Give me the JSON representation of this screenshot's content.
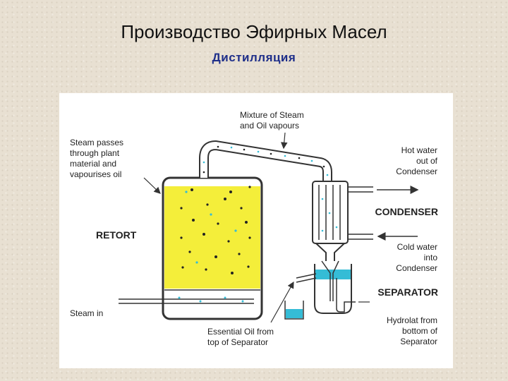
{
  "title": "Производство Эфирных Масел",
  "subtitle": "Дистилляция",
  "diagram": {
    "labels": {
      "mixture": [
        "Mixture of Steam",
        "and Oil vapours"
      ],
      "steam_passes": [
        "Steam passes",
        "through plant",
        "material and",
        "vapourises oil"
      ],
      "hot_water": [
        "Hot water",
        "out of",
        "Condenser"
      ],
      "condenser": "CONDENSER",
      "retort": "RETORT",
      "cold_water": [
        "Cold water",
        "into",
        "Condenser"
      ],
      "separator": "SEPARATOR",
      "steam_in": "Steam in",
      "essential_oil": [
        "Essential Oil from",
        "top of Separator"
      ],
      "hydrolat": [
        "Hydrolat from",
        "bottom of",
        "Separator"
      ]
    },
    "colors": {
      "plant_material": "#f4ee3a",
      "water": "#35bcd6",
      "outline": "#333333",
      "background": "#ffffff"
    }
  }
}
